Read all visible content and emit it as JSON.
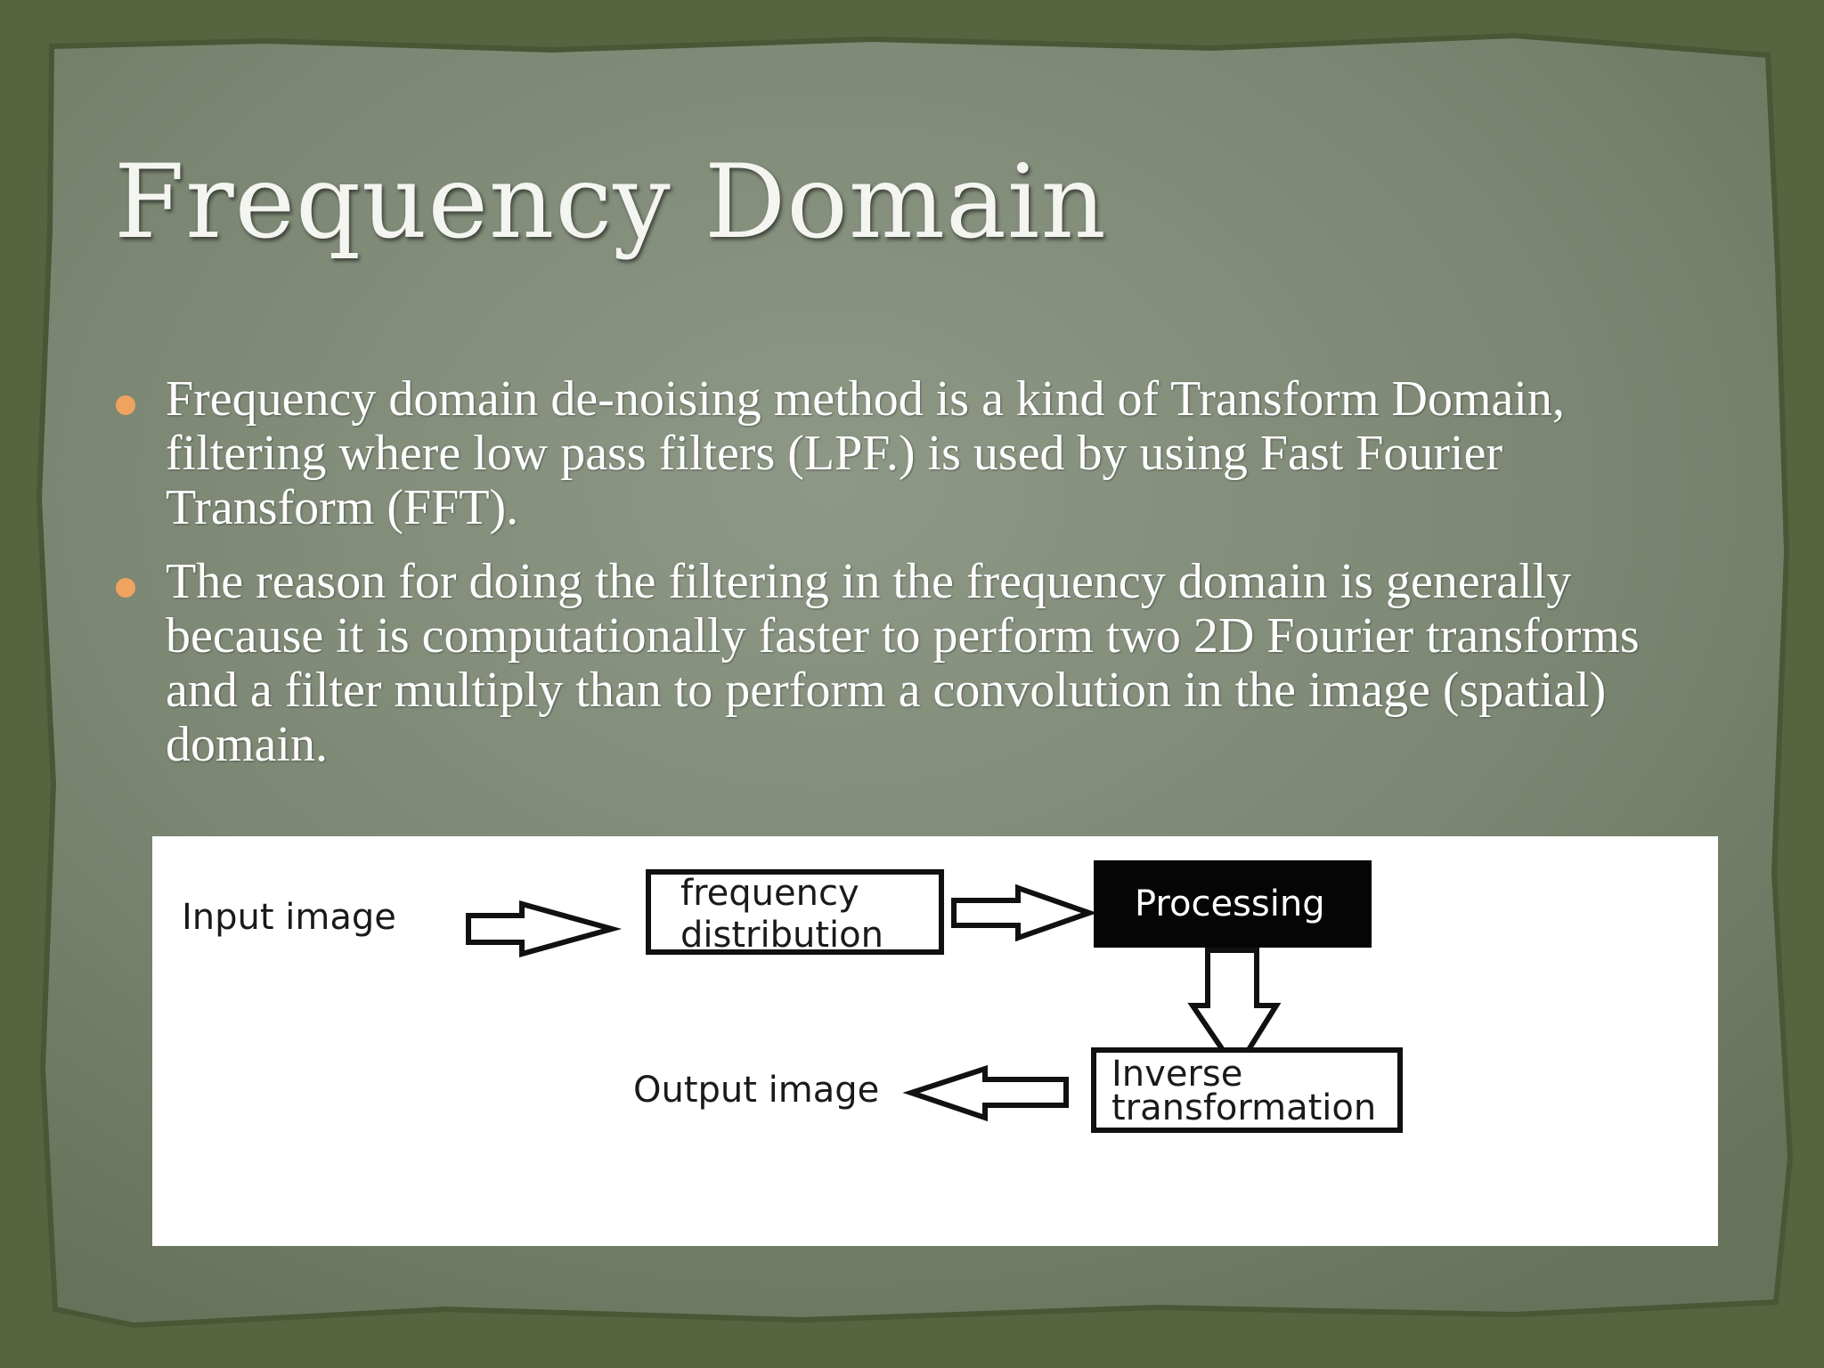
{
  "slide": {
    "title": "Frequency Domain",
    "bullets": [
      "Frequency domain de-noising method is a kind of Transform Domain, filtering where low pass filters (LPF.) is used by using Fast Fourier Transform (FFT).",
      "The reason for doing the filtering in the frequency domain is generally because it is computationally faster  to perform two 2D Fourier transforms and a filter multiply than to perform a convolution in the image (spatial) domain."
    ],
    "colors": {
      "background": "#7e8976",
      "frame": "#5d6a4f",
      "bullet": "#f0a35e",
      "text": "#ffffff"
    }
  },
  "diagram": {
    "input_label": "Input image",
    "freq_line1": "frequency",
    "freq_line2": "distribution",
    "processing": "Processing",
    "inverse_line1": "Inverse",
    "inverse_line2": "transformation",
    "output_label": "Output image"
  }
}
